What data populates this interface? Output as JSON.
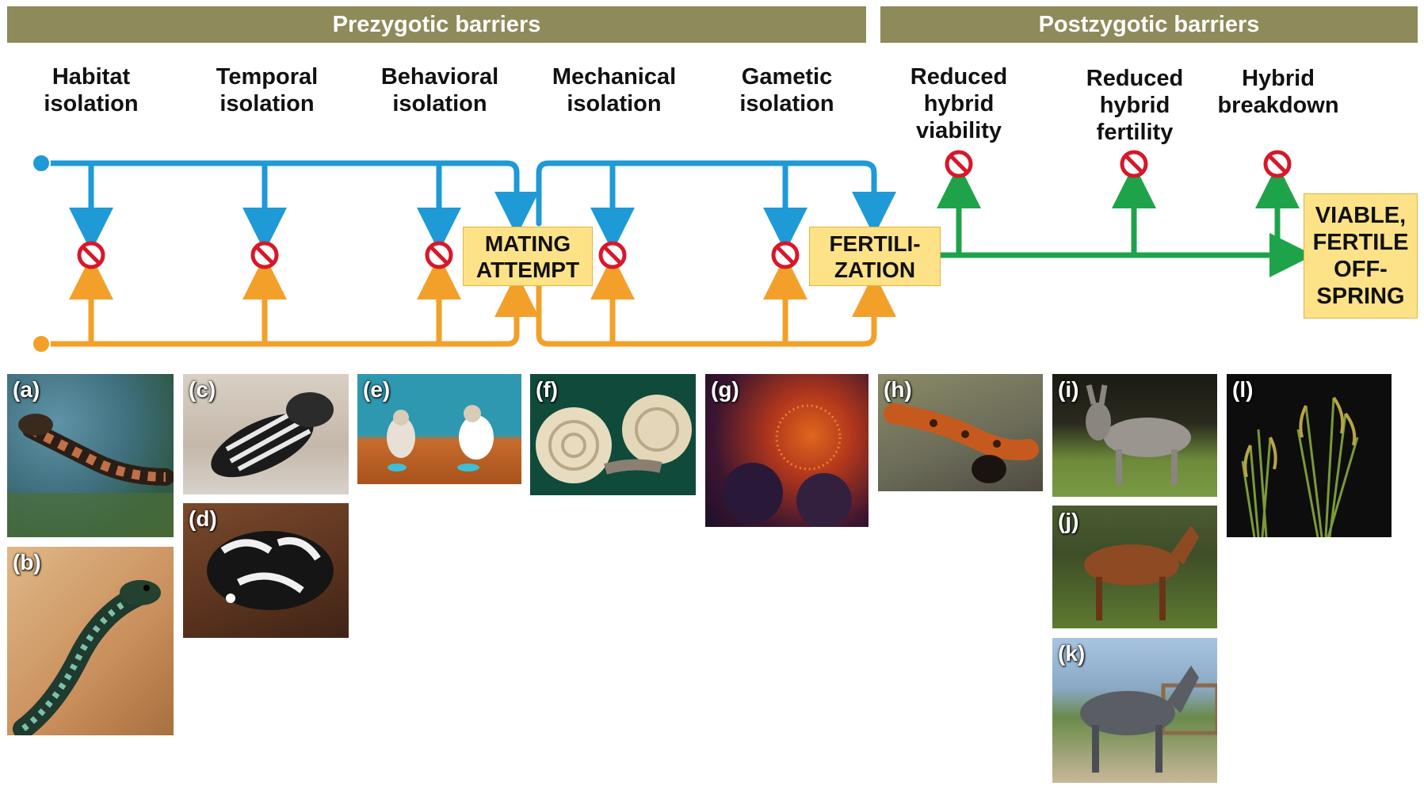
{
  "banners": {
    "prezygotic": "Prezygotic barriers",
    "postzygotic": "Postzygotic barriers"
  },
  "columns": {
    "habitat": [
      "Habitat",
      "isolation"
    ],
    "temporal": [
      "Temporal",
      "isolation"
    ],
    "behavioral": [
      "Behavioral",
      "isolation"
    ],
    "mechanical": [
      "Mechanical",
      "isolation"
    ],
    "gametic": [
      "Gametic",
      "isolation"
    ],
    "reduced_viability": [
      "Reduced",
      "hybrid",
      "viability"
    ],
    "reduced_fertility": [
      "Reduced",
      "hybrid",
      "fertility"
    ],
    "hybrid_breakdown": [
      "Hybrid",
      "breakdown"
    ]
  },
  "boxes": {
    "mating": [
      "MATING",
      "ATTEMPT"
    ],
    "fertilization": [
      "FERTILI-",
      "ZATION"
    ],
    "offspring": [
      "VIABLE,",
      "FERTILE",
      "OFF-",
      "SPRING"
    ]
  },
  "photos": {
    "a": "(a)",
    "b": "(b)",
    "c": "(c)",
    "d": "(d)",
    "e": "(e)",
    "f": "(f)",
    "g": "(g)",
    "h": "(h)",
    "i": "(i)",
    "j": "(j)",
    "k": "(k)",
    "l": "(l)"
  },
  "colors": {
    "banner": "#8e8a5a",
    "blue": "#1e9ad6",
    "orange": "#f3a02a",
    "green": "#1fa34a",
    "stop_red": "#d7182a",
    "box_fill": "#fde287"
  }
}
